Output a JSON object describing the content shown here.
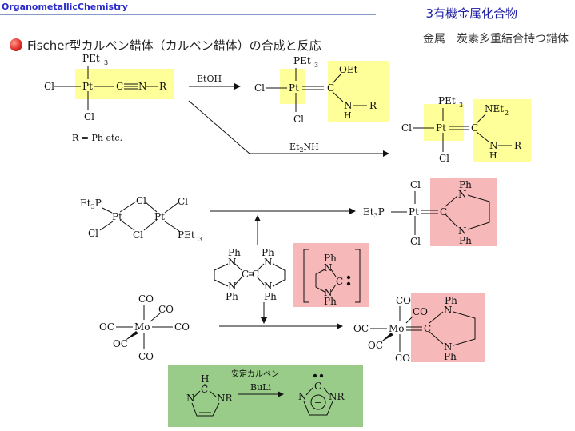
{
  "header": {
    "course_left": "Organometallic",
    "course_right": "Chemistry",
    "chapter": "3有機金属化合物",
    "subtitle": "金属－炭素多重結合持つ錯体"
  },
  "section": {
    "title": "Fischer型カルベン錯体（カルベン錯体）の合成と反応"
  },
  "scheme1": {
    "pet3": "PEt",
    "sub3": "3",
    "cl": "Cl",
    "pt": "Pt",
    "c": "C",
    "n": "N",
    "r": "R",
    "oet": "OEt",
    "h": "H",
    "net": "NEt",
    "sub2": "2",
    "r_note": "R = Ph etc.",
    "reagent_etoh": "EtOH",
    "reagent_et2nh_a": "Et",
    "reagent_et2nh_b": "2",
    "reagent_et2nh_c": "NH"
  },
  "scheme2": {
    "et3p_a": "Et",
    "et3p_b": "3",
    "et3p_c": "P",
    "ph": "Ph",
    "mo": "Mo",
    "co": "CO",
    "oc": "OC"
  },
  "stable_box": {
    "label": "安定カルベン",
    "reagent": "BuLi",
    "nr": "NR",
    "n": "N",
    "h": "H",
    "c": "C",
    "minus": "−"
  },
  "colors": {
    "yellow_highlight": "#ffff99",
    "pink_highlight": "#f6b8b8",
    "green_box": "#99cc88",
    "title_blue": "#2b2bcc"
  }
}
